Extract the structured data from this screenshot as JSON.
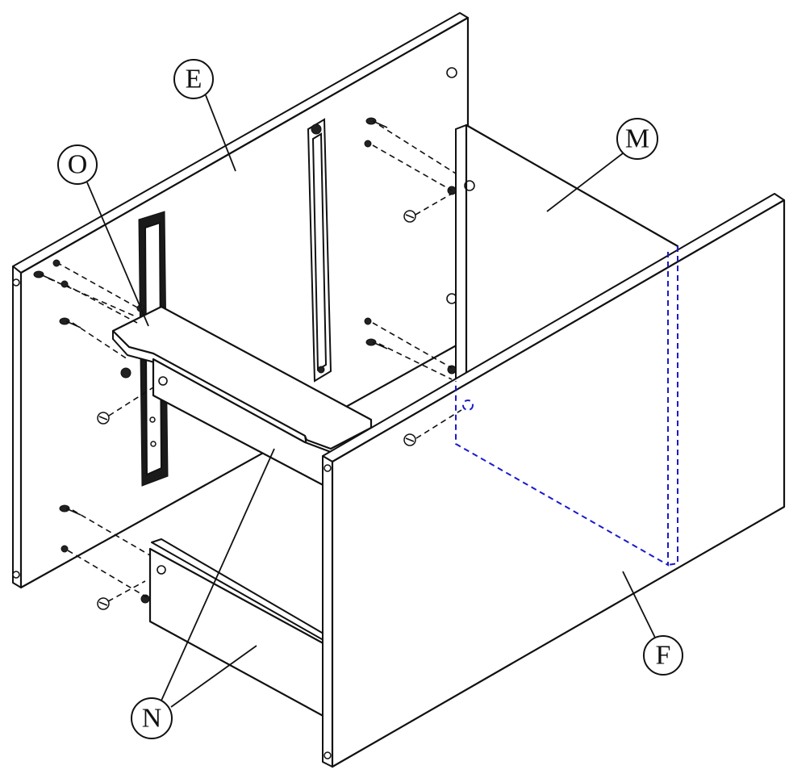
{
  "callouts": {
    "E": "E",
    "O": "O",
    "M": "M",
    "F": "F",
    "N": "N"
  },
  "colors": {
    "line": "#111111",
    "hidden_edge": "#1a1acc",
    "background": "#ffffff"
  }
}
